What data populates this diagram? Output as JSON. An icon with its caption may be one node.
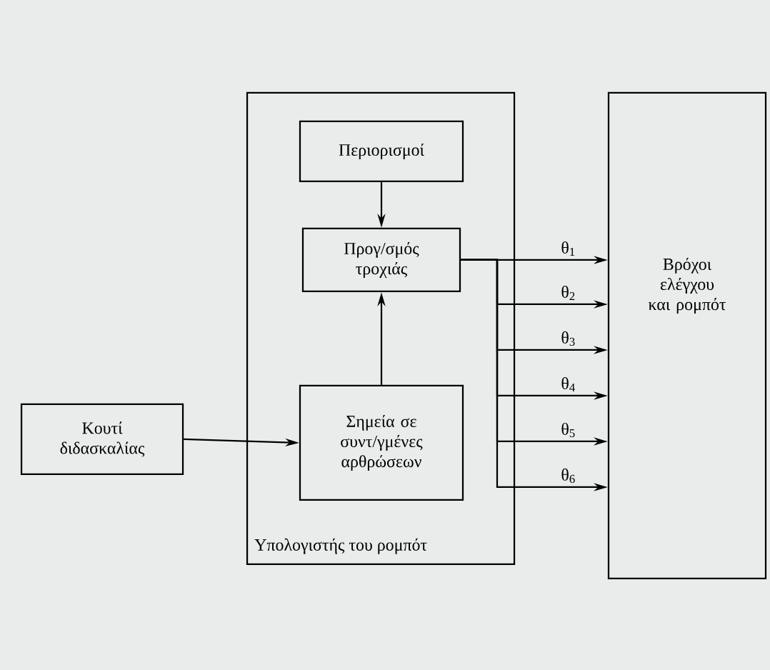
{
  "diagram": {
    "nodes": [
      {
        "text": [
          "Κουτί διδασκαλίας"
        ]
      },
      {
        "text": [
          "Υπολογιστής του ρομπότ"
        ]
      },
      {
        "text": [
          "Περιορισμοί"
        ],
        "in": 1
      },
      {
        "text": [
          "Προγ/σμός τροχιάς"
        ],
        "in": 1
      },
      {
        "text": [
          "Σημεία σε συντ/γμένες αρθρώσεων"
        ],
        "in": 1
      },
      {
        "text": [
          "Βρόχοι ελέγχου και ρομπότ"
        ]
      }
    ],
    "edges": [
      {
        "from": 0,
        "to": 4,
        "arrow": "to"
      },
      {
        "from": 2,
        "to": 3,
        "arrow": "to"
      },
      {
        "from": 4,
        "to": 3,
        "arrow": "to"
      },
      {
        "from": 3,
        "to": 5,
        "arrow": "to",
        "label": "θ$_{1}$"
      },
      {
        "from": 3,
        "to": 5,
        "arrow": "to",
        "label": "θ$_{2}$"
      },
      {
        "from": 3,
        "to": 5,
        "arrow": "to",
        "label": "θ$_{3}$"
      },
      {
        "from": 3,
        "to": 5,
        "arrow": "to",
        "label": "θ$_{4}$"
      },
      {
        "from": 3,
        "to": 5,
        "arrow": "to",
        "label": "θ$_{5}$"
      },
      {
        "from": 3,
        "to": 5,
        "arrow": "to",
        "label": "θ$_{6}$"
      }
    ]
  }
}
